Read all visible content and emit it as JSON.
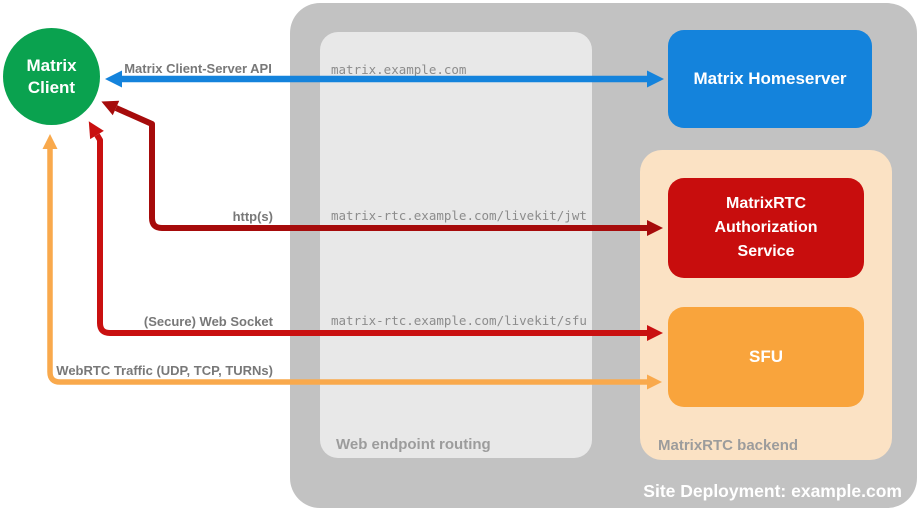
{
  "client": {
    "line1": "Matrix",
    "line2": "Client"
  },
  "homeserver": {
    "label": "Matrix Homeserver"
  },
  "backend": {
    "label": "MatrixRTC backend",
    "auth_service": {
      "lines": [
        "MatrixRTC",
        "Authorization",
        "Service"
      ]
    },
    "sfu": {
      "label": "SFU"
    }
  },
  "routing": {
    "label": "Web endpoint routing",
    "endpoints": [
      "matrix.example.com",
      "matrix-rtc.example.com/livekit/jwt",
      "matrix-rtc.example.com/livekit/sfu"
    ]
  },
  "arrows": {
    "client_server": {
      "label": "Matrix Client-Server API",
      "color": "#1483DC"
    },
    "https": {
      "label": "http(s)",
      "color": "#A60B0B"
    },
    "websocket": {
      "label": "(Secure) Web Socket",
      "color": "#C91010"
    },
    "webrtc": {
      "label": "WebRTC Traffic (UDP, TCP, TURNs)",
      "color": "#F9A94C"
    }
  },
  "deployment": {
    "label": "Site Deployment: example.com"
  },
  "colors": {
    "client_green": "#0AA24F",
    "homeserver_blue": "#1483DC",
    "auth_red": "#C80D0D",
    "sfu_orange": "#F9A43C",
    "backend_peach": "#FBE2C4",
    "outer_gray": "#C2C2C2",
    "inner_gray": "#E8E8E8"
  }
}
